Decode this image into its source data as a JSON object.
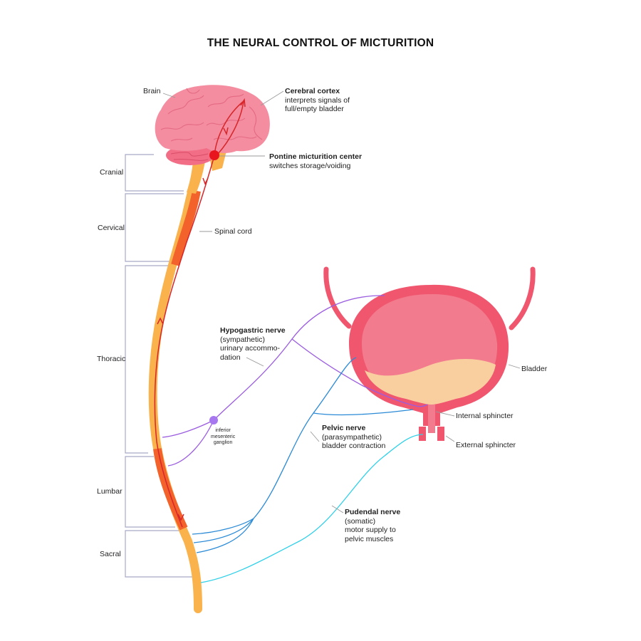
{
  "title": "THE NEURAL CONTROL OF MICTURITION",
  "colors": {
    "brain": "#f48da0",
    "cerebellum": "#f26e86",
    "spinal_light": "#f9b24c",
    "spinal_dark": "#f2622a",
    "pathway": "#d7262a",
    "pontine_dot": "#e8141e",
    "bladder_wall": "#f0576f",
    "bladder_inner": "#f37b8e",
    "urine": "#f9cfa0",
    "sympathetic": "#9b5de0",
    "parasympathetic": "#2a8ad6",
    "somatic": "#2fd0e8",
    "bracket": "#a9a9c8"
  },
  "segments": {
    "cranial": "Cranial",
    "cervical": "Cervical",
    "thoracic": "Thoracic",
    "lumbar": "Lumbar",
    "sacral": "Sacral"
  },
  "labels": {
    "brain": "Brain",
    "cortex": {
      "name": "Cerebral cortex",
      "line1": "interprets signals of",
      "line2": "full/empty bladder"
    },
    "pontine": {
      "name": "Pontine micturition center",
      "line1": "switches storage/voiding"
    },
    "spinal_cord": "Spinal cord",
    "hypogastric": {
      "name": "Hypogastric nerve",
      "line1": "(sympathetic)",
      "line2": "urinary accommo-",
      "line3": "dation"
    },
    "ganglion": {
      "line1": "inferior",
      "line2": "mesenteric",
      "line3": "ganglion"
    },
    "pelvic": {
      "name": "Pelvic nerve",
      "line1": "(parasympathetic)",
      "line2": "bladder contraction"
    },
    "pudendal": {
      "name": "Pudendal nerve",
      "line1": "(somatic)",
      "line2": "motor supply to",
      "line3": "pelvic muscles"
    },
    "bladder": "Bladder",
    "internal_sphincter": "Internal sphincter",
    "external_sphincter": "External sphincter"
  }
}
